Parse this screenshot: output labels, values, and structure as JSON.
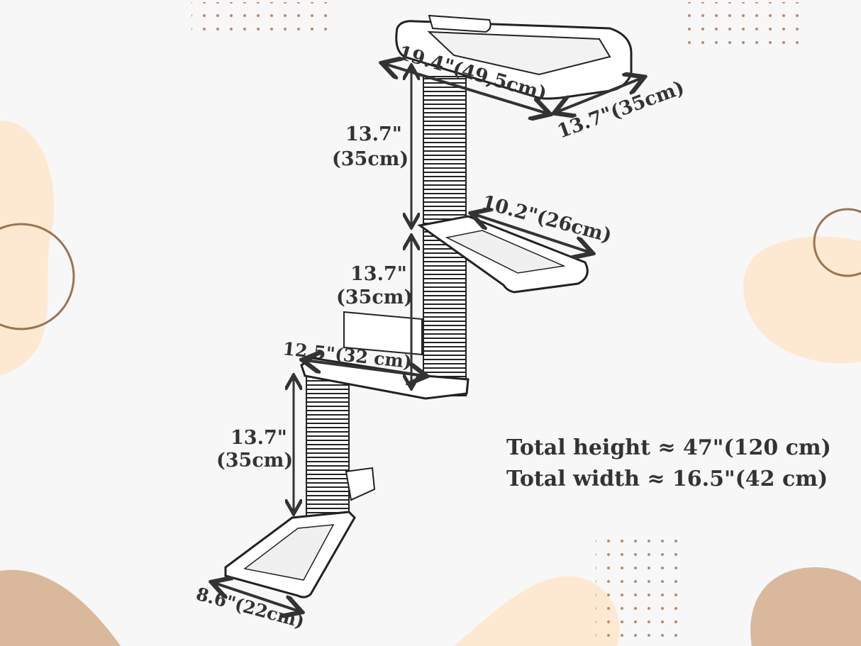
{
  "colors": {
    "background": "#f7f7f7",
    "blob_light": "#fde9d2",
    "blob_dark": "#d9b89c",
    "dots": "#b88a6a",
    "ring": "#9a7355",
    "ink": "#333333"
  },
  "dimensions": {
    "top_bed_length": "19.4\"(49,5cm)",
    "top_bed_depth": "13.7\"(35cm)",
    "post_upper_in": "13.7\"",
    "post_upper_cm": "(35cm)",
    "post_middle_in": "13.7\"",
    "post_middle_cm": "(35cm)",
    "post_lower_in": "13.7\"",
    "post_lower_cm": "(35cm)",
    "middle_step": "10.2\"(26cm)",
    "lower_step": "12.5\"(32 cm)",
    "bottom_step": "8.6\"(22cm)"
  },
  "totals": {
    "height": "Total height ≈  47\"(120 cm)",
    "width": "Total width ≈ 16.5\"(42 cm)"
  }
}
